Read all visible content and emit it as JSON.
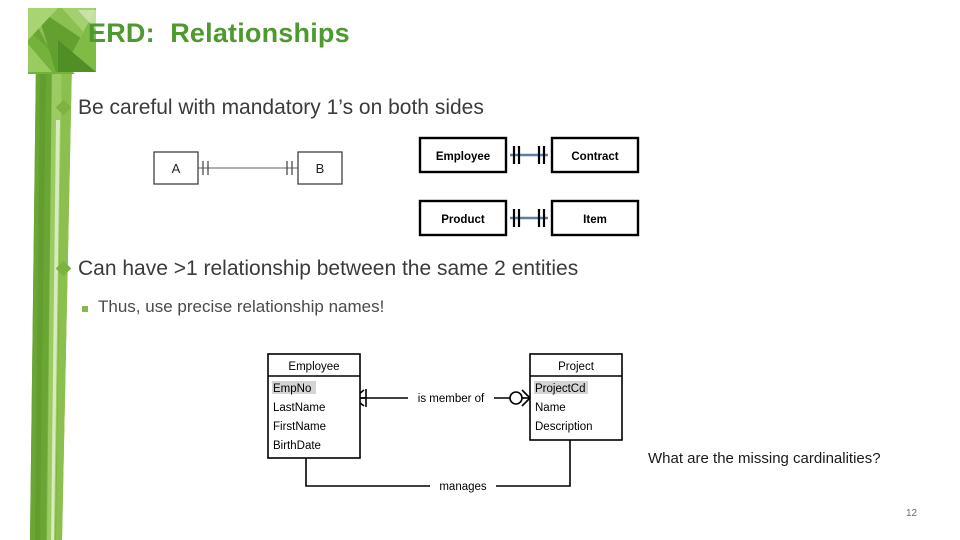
{
  "slide": {
    "title": "ERD:  Relationships",
    "page_number": "12",
    "title_color": "#4e9a2f",
    "accent_color": "#7cb342",
    "connector_color": "#5b7fa6"
  },
  "bullets": [
    {
      "marker": "diamond-bullet",
      "text": "Be careful with mandatory 1’s on both sides"
    },
    {
      "marker": "diamond-bullet",
      "text": "Can have >1 relationship between the same 2 entities",
      "sub": {
        "marker": "square-bullet",
        "text": "Thus, use precise relationship names!"
      }
    }
  ],
  "ab_diagram": {
    "left_entity": "A",
    "right_entity": "B",
    "left_cardinality": "mandatory-one",
    "right_cardinality": "mandatory-one"
  },
  "pair_diagrams": [
    {
      "left_entity": "Employee",
      "right_entity": "Contract",
      "left_cardinality": "mandatory-one",
      "right_cardinality": "mandatory-one"
    },
    {
      "left_entity": "Product",
      "right_entity": "Item",
      "left_cardinality": "mandatory-one",
      "right_cardinality": "mandatory-one"
    }
  ],
  "er_diagram": {
    "entities": [
      {
        "name": "Employee",
        "attributes": [
          "EmpNo",
          "LastName",
          "FirstName",
          "BirthDate"
        ],
        "key_attribute": "EmpNo"
      },
      {
        "name": "Project",
        "attributes": [
          "ProjectCd",
          "Name",
          "Description"
        ],
        "key_attribute": "ProjectCd"
      }
    ],
    "relationships": [
      {
        "label": "is member of",
        "from": "Employee",
        "to": "Project",
        "from_cardinality": "mandatory-many",
        "to_cardinality": "optional-many"
      },
      {
        "label": "manages",
        "from": "Employee",
        "to": "Project",
        "from_cardinality": "none",
        "to_cardinality": "none"
      }
    ]
  },
  "question": {
    "text": "What are the missing cardinalities?"
  }
}
